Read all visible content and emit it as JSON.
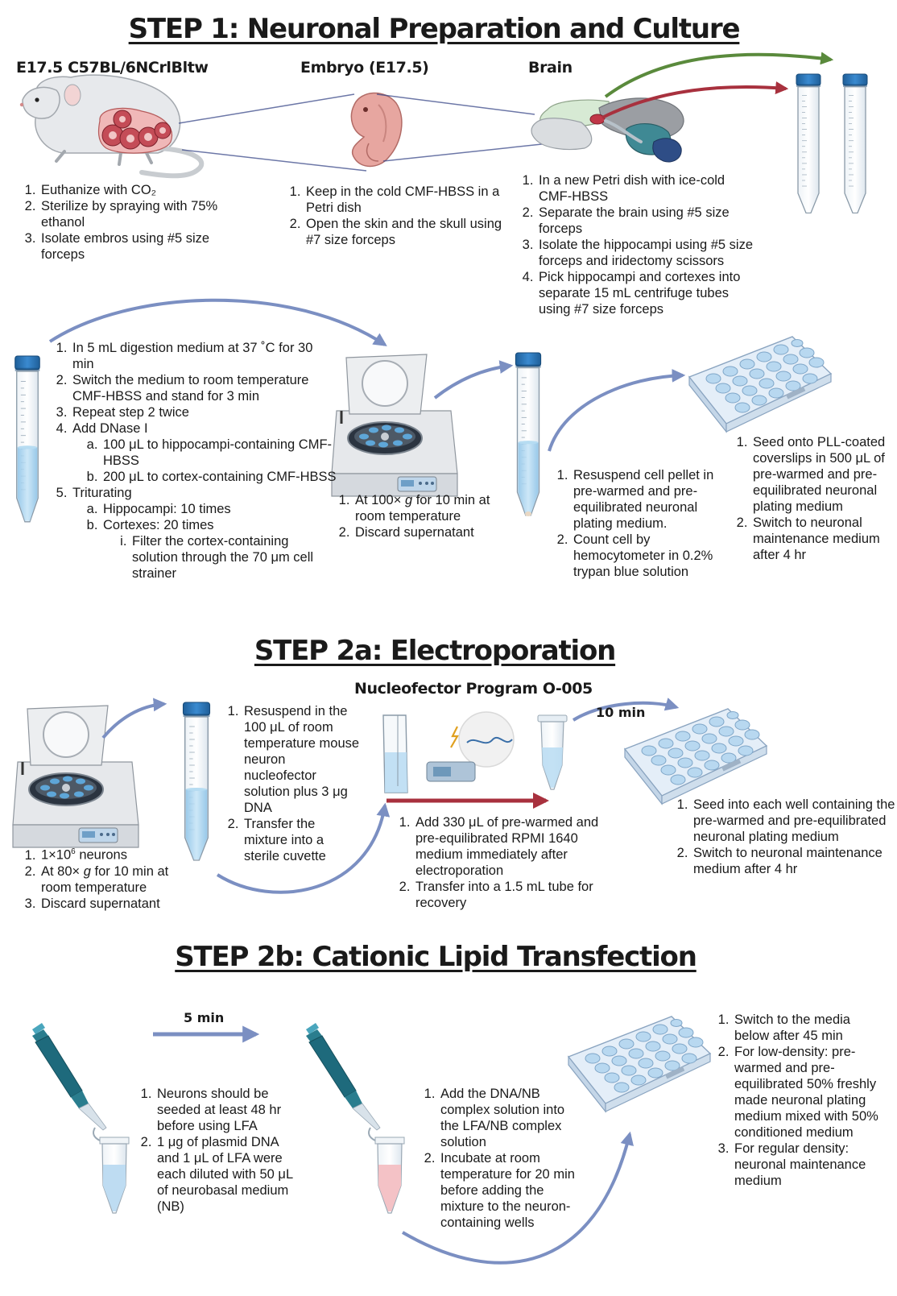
{
  "step1": {
    "title": "STEP 1: Neuronal Preparation and Culture",
    "mouse": {
      "label": "E17.5 C57BL/6NCrlBltw",
      "steps": [
        "Euthanize with CO₂",
        "Sterilize by spraying with 75% ethanol",
        "Isolate embros using #5 size forceps"
      ]
    },
    "embryo": {
      "label": "Embryo (E17.5)",
      "steps": [
        "Keep in the cold CMF-HBSS in a Petri dish",
        "Open the skin and the skull using #7 size forceps"
      ]
    },
    "brain": {
      "label": "Brain",
      "steps": [
        "In a new Petri dish with ice-cold CMF-HBSS",
        "Separate the brain using #5 size forceps",
        "Isolate the hippocampi using #5 size forceps and iridectomy scissors",
        "Pick hippocampi and cortexes into separate 15 mL centrifuge tubes using #7 size forceps"
      ]
    },
    "digestion": {
      "s1": "In 5 mL digestion medium at 37 ˚C for 30 min",
      "s2": "Switch the medium to room temperature CMF-HBSS and stand for 3 min",
      "s3": "Repeat step 2 twice",
      "s4": "Add DNase I",
      "s4a": "100 μL to hippocampi-containing CMF-HBSS",
      "s4b": "200 μL to cortex-containing CMF-HBSS",
      "s5": "Triturating",
      "s5a": "Hippocampi: 10 times",
      "s5b": "Cortexes: 20 times",
      "s5bi": "Filter the cortex-containing solution through the 70 μm cell strainer"
    },
    "centrifuge": {
      "s1_pre": "At 100× ",
      "s1_g": "g",
      "s1_post": " for 10 min at room temperature",
      "s2": "Discard supernatant"
    },
    "resuspend": {
      "steps": [
        "Resuspend cell pellet in pre-warmed and pre-equilibrated neuronal plating medium.",
        "Count cell by hemocytometer in 0.2% trypan blue solution"
      ]
    },
    "seed": {
      "steps": [
        "Seed onto PLL-coated coverslips in 500 μL of pre-warmed and pre-equilibrated neuronal plating medium",
        "Switch to neuronal maintenance medium after 4 hr"
      ]
    }
  },
  "step2a": {
    "title": "STEP 2a: Electroporation",
    "program": "Nucleofector Program O-005",
    "time_label": "10 min",
    "centrifuge": {
      "s1_pre": "1×10",
      "s1_sup": "6",
      "s1_post": " neurons",
      "s2_pre": "At 80× ",
      "s2_g": "g",
      "s2_post": " for 10 min at room temperature",
      "s3": "Discard supernatant"
    },
    "resuspend": {
      "steps": [
        "Resuspend in the 100 μL of room temperature mouse neuron nucleofector solution plus 3 μg DNA",
        "Transfer the mixture into a sterile cuvette"
      ]
    },
    "electro": {
      "steps": [
        "Add 330 μL of pre-warmed and pre-equilibrated RPMI 1640 medium immediately after electroporation",
        "Transfer  into a 1.5 mL tube for recovery"
      ]
    },
    "seed": {
      "steps": [
        "Seed into each well containing the pre-warmed and pre-equilibrated neuronal plating medium",
        "Switch to neuronal maintenance medium after 4 hr"
      ]
    }
  },
  "step2b": {
    "title": "STEP 2b: Cationic Lipid Transfection",
    "time_label": "5 min",
    "dilute": {
      "steps": [
        "Neurons should be seeded at least 48 hr before using LFA",
        "1 μg of plasmid DNA and 1 μL of LFA were each diluted with 50 μL of neurobasal medium (NB)"
      ]
    },
    "complex": {
      "steps": [
        "Add the DNA/NB complex solution into the LFA/NB complex solution",
        "Incubate at room temperature for 20 min before adding the mixture to the neuron-containing wells"
      ]
    },
    "media": {
      "steps": [
        "Switch to the media below after 45 min",
        "For low-density: pre-warmed and pre-equilibrated 50% freshly made neuronal plating medium mixed with 50% conditioned medium",
        "For regular density: neuronal maintenance medium"
      ]
    }
  },
  "colors": {
    "arrow": "#7b8fc2",
    "tube_cap": "#2f78b9",
    "medium": "#a9d3ee",
    "green_arrow": "#5a8a3c",
    "red_arrow": "#a8313e"
  }
}
